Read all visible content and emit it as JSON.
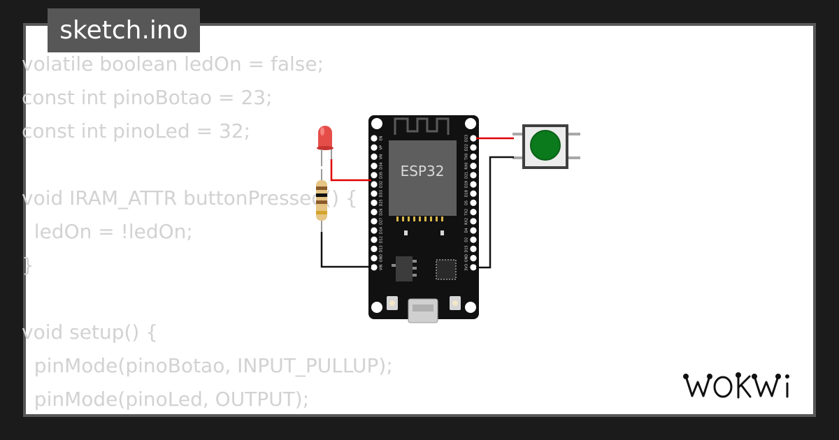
{
  "file": {
    "name": "sketch.ino"
  },
  "code": {
    "lines": [
      "volatile boolean ledOn = false;",
      "const int pinoBotao = 23;",
      "const int pinoLed = 32;",
      "",
      "void IRAM_ATTR buttonPressed() {",
      "  ledOn = !ledOn;",
      "}",
      "",
      "void setup() {",
      "  pinMode(pinoBotao, INPUT_PULLUP);",
      "  pinMode(pinoLed, OUTPUT);"
    ]
  },
  "board": {
    "label": "ESP32",
    "left_pins": [
      "EN",
      "VP",
      "VN",
      "D34",
      "D35",
      "D32",
      "D33",
      "D25",
      "D26",
      "D27",
      "D14",
      "D12",
      "D13",
      "GND",
      "VIN"
    ],
    "right_pins": [
      "D23",
      "D22",
      "TX0",
      "RX0",
      "D21",
      "D19",
      "D18",
      "D5",
      "TX2",
      "RX2",
      "D4",
      "D2",
      "D15",
      "GND",
      "3V3"
    ]
  },
  "components": {
    "led_color": "red",
    "button_color": "green"
  },
  "colors": {
    "background": "#1b1b1b",
    "paper": "#ffffff",
    "frame": "#575757",
    "code_text": "#d2d2d2",
    "wire_red": "#e00000",
    "wire_black": "#111111",
    "button_cap": "#0b7a1d"
  },
  "brand": {
    "logo_text": "WOKWI"
  }
}
